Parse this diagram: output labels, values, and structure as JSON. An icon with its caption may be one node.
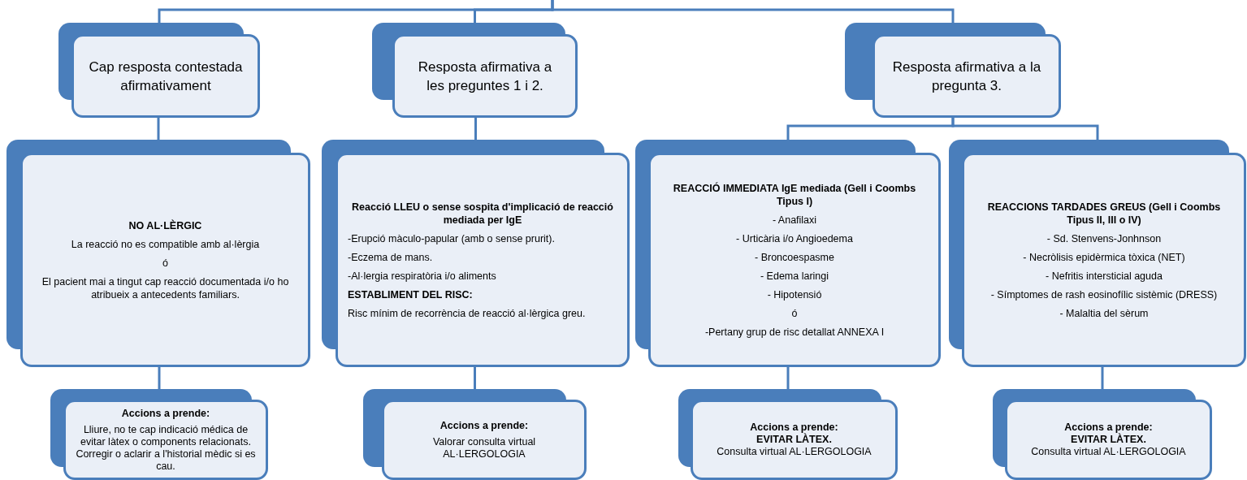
{
  "diagram": {
    "nodes": [
      {
        "text": [
          "Cap resposta contestada afirmativament"
        ]
      },
      {
        "text": [
          "Resposta afirmativa a les preguntes 1 i 2."
        ]
      },
      {
        "text": [
          "Resposta afirmativa a la pregunta 3."
        ]
      },
      {
        "text": [
          "NO AL·LÈRGIC",
          "La reacció no es compatible amb al·lèrgia",
          "ó",
          "El pacient mai a tingut cap reacció documentada i/o ho atribueix a antecedents familiars."
        ]
      },
      {
        "text": [
          "Reacció LLEU o sense sospita d'implicació de reacció mediada per IgE",
          "-Erupció màculo-papular (amb o sense prurit).",
          "-Eczema de mans.",
          "-Al·lergia respiratòria i/o aliments",
          "ESTABLIMENT DEL RISC:",
          "Risc mínim de recorrència de reacció al·lèrgica greu."
        ]
      },
      {
        "text": [
          "REACCIÓ IMMEDIATA IgE mediada (Gell i Coombs Tipus I)",
          "- Anafilaxi",
          "- Urticària i/o Angioedema",
          "- Broncoespasme",
          "- Edema laringi",
          "- Hipotensió",
          "ó",
          "-Pertany grup de risc detallat ANNEXA I"
        ]
      },
      {
        "text": [
          "REACCIONS TARDADES GREUS (Gell i Coombs Tipus II, III o IV)",
          "- Sd. Stenvens-Jonhnson",
          "- Necròlisis epidèrmica tòxica (NET)",
          "- Nefritis intersticial aguda",
          "- Símptomes de rash eosinofílic sistèmic (DRESS)",
          "- Malaltia del sèrum"
        ]
      },
      {
        "text": [
          "Accions a prende:",
          "Lliure, no te cap indicació médica de evitar làtex o components relacionats. Corregir o aclarir a l'historial mèdic si es cau."
        ]
      },
      {
        "text": [
          "Accions a prende:",
          "Valorar consulta virtual AL·LERGOLOGIA"
        ]
      },
      {
        "text": [
          "Accions a prende:",
          "EVITAR LÀTEX.",
          "Consulta virtual AL·LERGOLOGIA"
        ]
      },
      {
        "text": [
          "Accions a prende:",
          "EVITAR LÀTEX.",
          "Consulta virtual AL·LERGOLOGIA"
        ]
      }
    ],
    "edges": [
      {
        "from": null,
        "to": 0,
        "arrow": "none"
      },
      {
        "from": null,
        "to": 1,
        "arrow": "none"
      },
      {
        "from": null,
        "to": 2,
        "arrow": "none"
      },
      {
        "from": 0,
        "to": 3,
        "arrow": "none"
      },
      {
        "from": 1,
        "to": 4,
        "arrow": "none"
      },
      {
        "from": 2,
        "to": 5,
        "arrow": "none"
      },
      {
        "from": 2,
        "to": 6,
        "arrow": "none"
      },
      {
        "from": 3,
        "to": 7,
        "arrow": "none"
      },
      {
        "from": 4,
        "to": 8,
        "arrow": "none"
      },
      {
        "from": 5,
        "to": 9,
        "arrow": "none"
      },
      {
        "from": 6,
        "to": 10,
        "arrow": "none"
      }
    ]
  }
}
